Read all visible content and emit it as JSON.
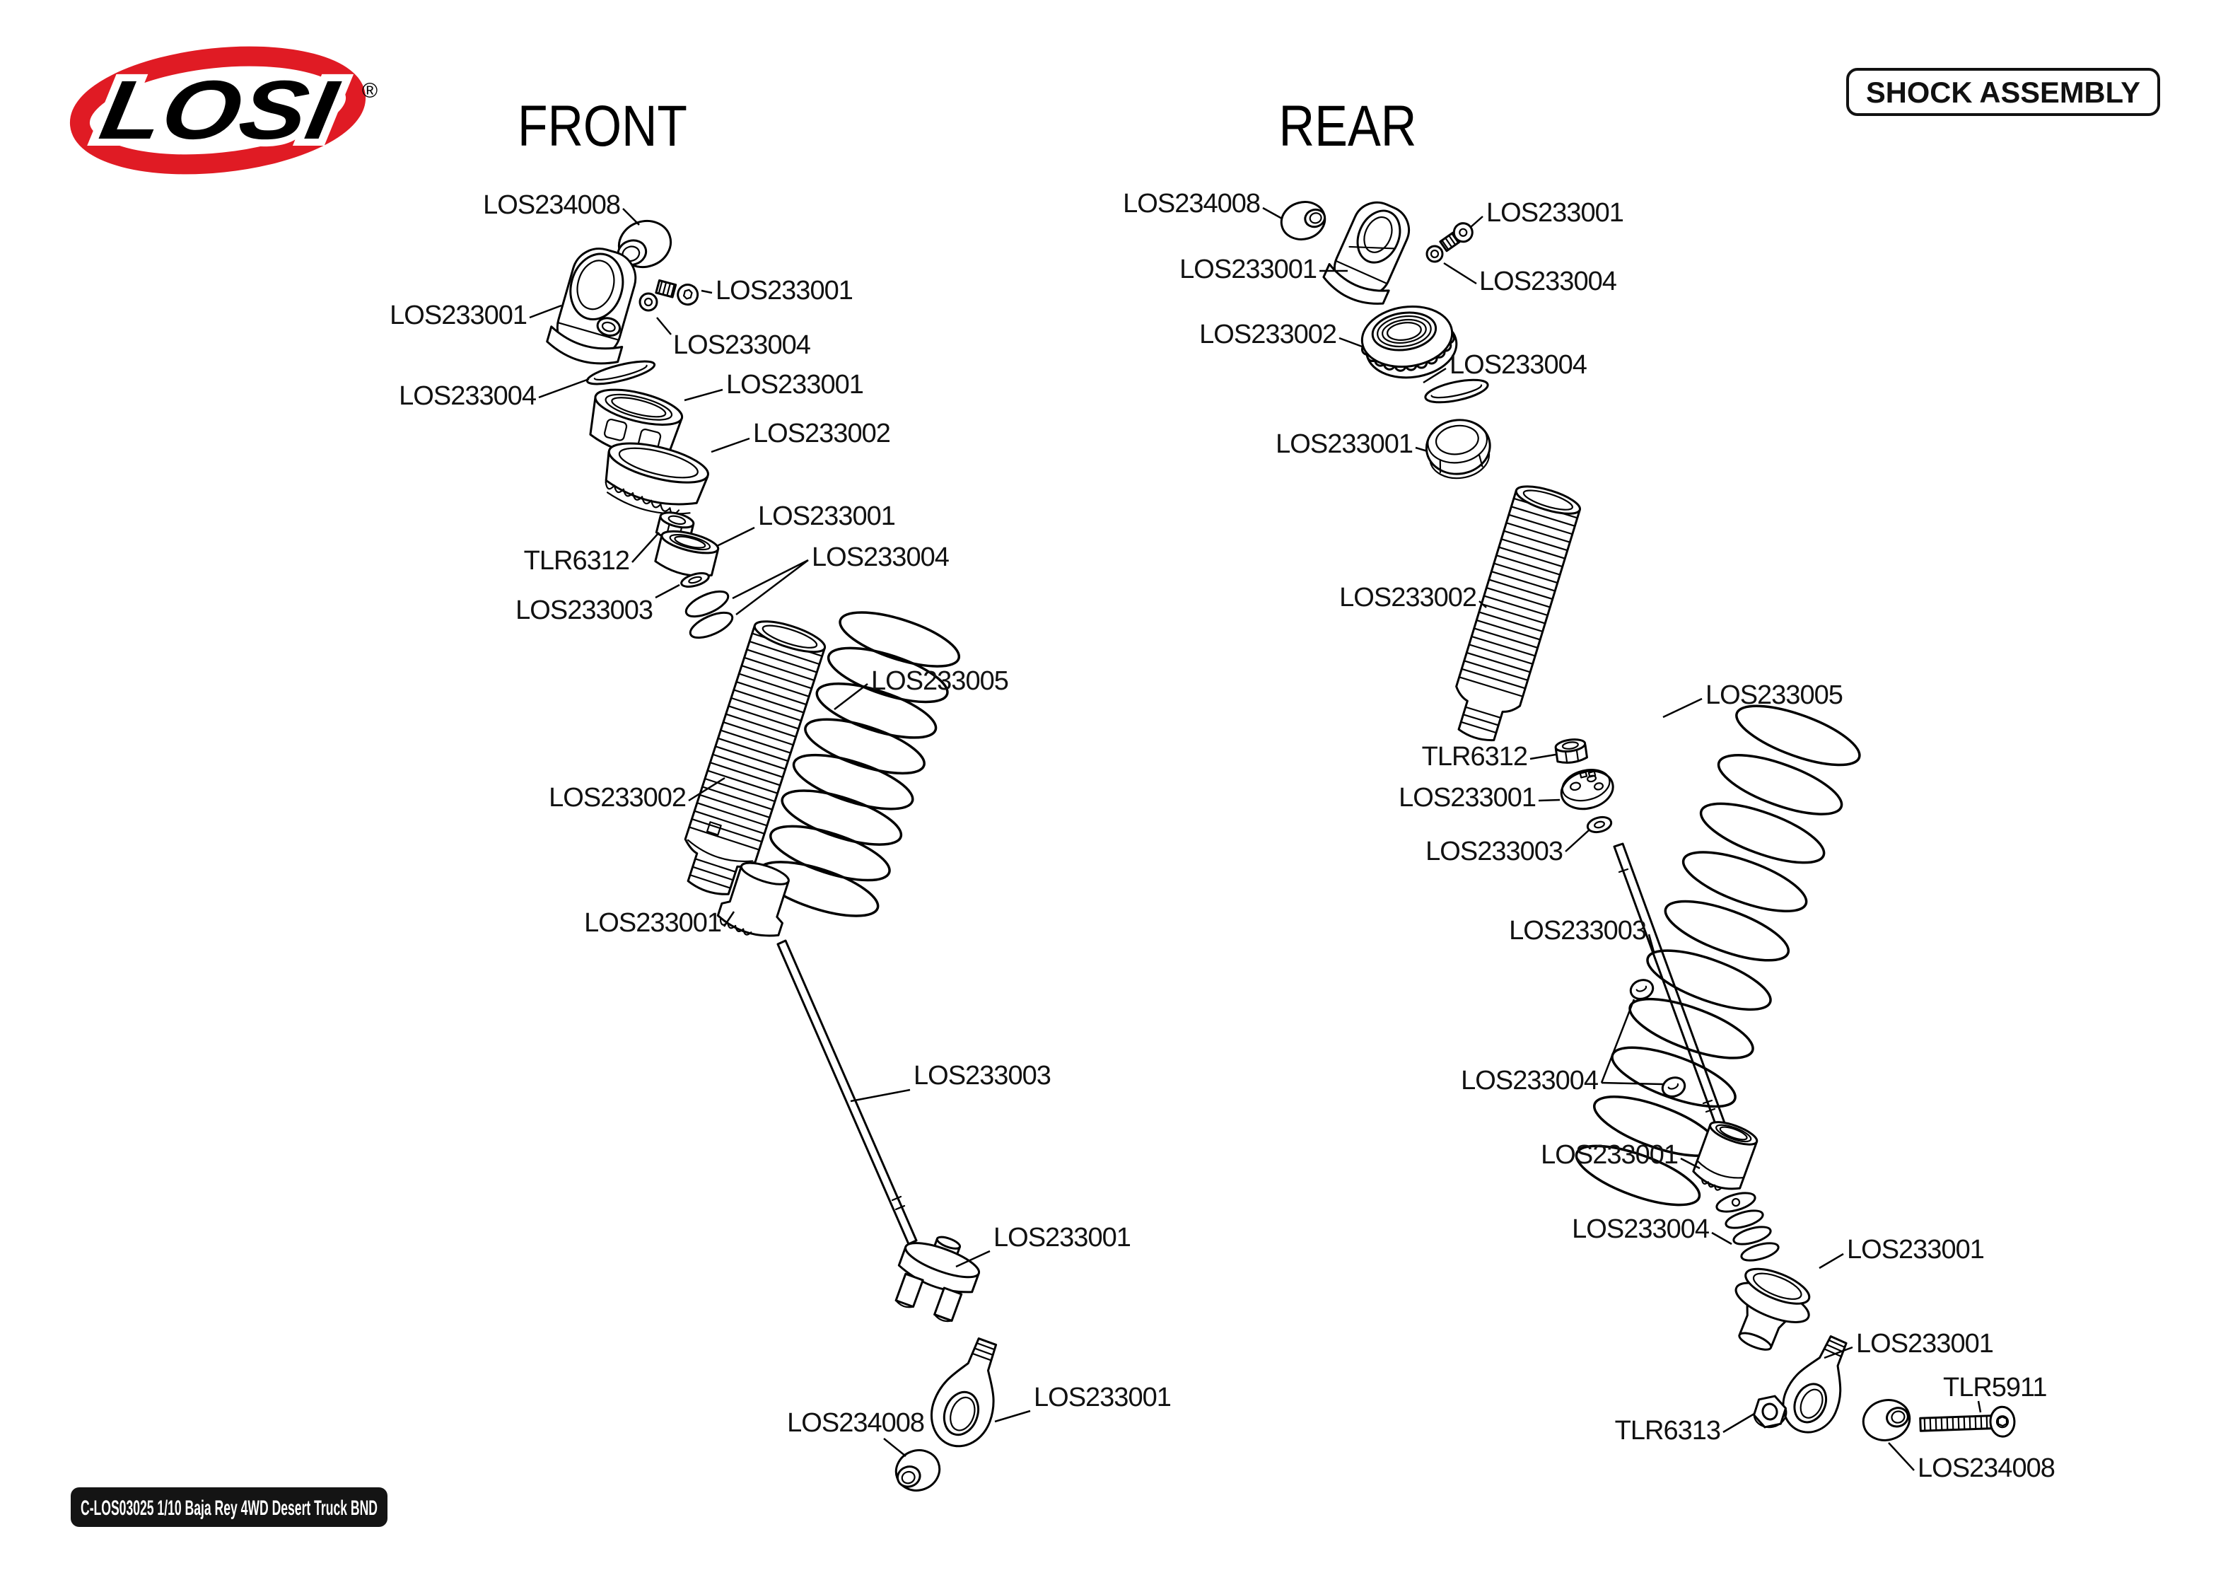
{
  "brand": {
    "name": "LOSI",
    "registered": "®"
  },
  "colors": {
    "red": "#e01b24",
    "ink": "#000000",
    "paper": "#ffffff"
  },
  "badge": {
    "label": "SHOCK ASSEMBLY"
  },
  "footer": {
    "label": "C-LOS03025 1/10 Baja Rey 4WD Desert Truck BND"
  },
  "sections": {
    "front": {
      "title": "FRONT",
      "labels": [
        {
          "text": "LOS234008"
        },
        {
          "text": "LOS233001"
        },
        {
          "text": "LOS233001"
        },
        {
          "text": "LOS233004"
        },
        {
          "text": "LOS233004"
        },
        {
          "text": "LOS233001"
        },
        {
          "text": "LOS233002"
        },
        {
          "text": "LOS233001"
        },
        {
          "text": "TLR6312"
        },
        {
          "text": "LOS233003"
        },
        {
          "text": "LOS233004"
        },
        {
          "text": "LOS233002"
        },
        {
          "text": "LOS233005"
        },
        {
          "text": "LOS233001"
        },
        {
          "text": "LOS233003"
        },
        {
          "text": "LOS233001"
        },
        {
          "text": "LOS233001"
        },
        {
          "text": "LOS234008"
        }
      ]
    },
    "rear": {
      "title": "REAR",
      "labels": [
        {
          "text": "LOS234008"
        },
        {
          "text": "LOS233001"
        },
        {
          "text": "LOS233001"
        },
        {
          "text": "LOS233004"
        },
        {
          "text": "LOS233002"
        },
        {
          "text": "LOS233004"
        },
        {
          "text": "LOS233001"
        },
        {
          "text": "LOS233002"
        },
        {
          "text": "TLR6312"
        },
        {
          "text": "LOS233001"
        },
        {
          "text": "LOS233003"
        },
        {
          "text": "LOS233005"
        },
        {
          "text": "LOS233003"
        },
        {
          "text": "LOS233004"
        },
        {
          "text": "LOS233001"
        },
        {
          "text": "LOS233004"
        },
        {
          "text": "LOS233001"
        },
        {
          "text": "LOS233001"
        },
        {
          "text": "TLR6313"
        },
        {
          "text": "TLR5911"
        },
        {
          "text": "LOS234008"
        }
      ]
    }
  }
}
